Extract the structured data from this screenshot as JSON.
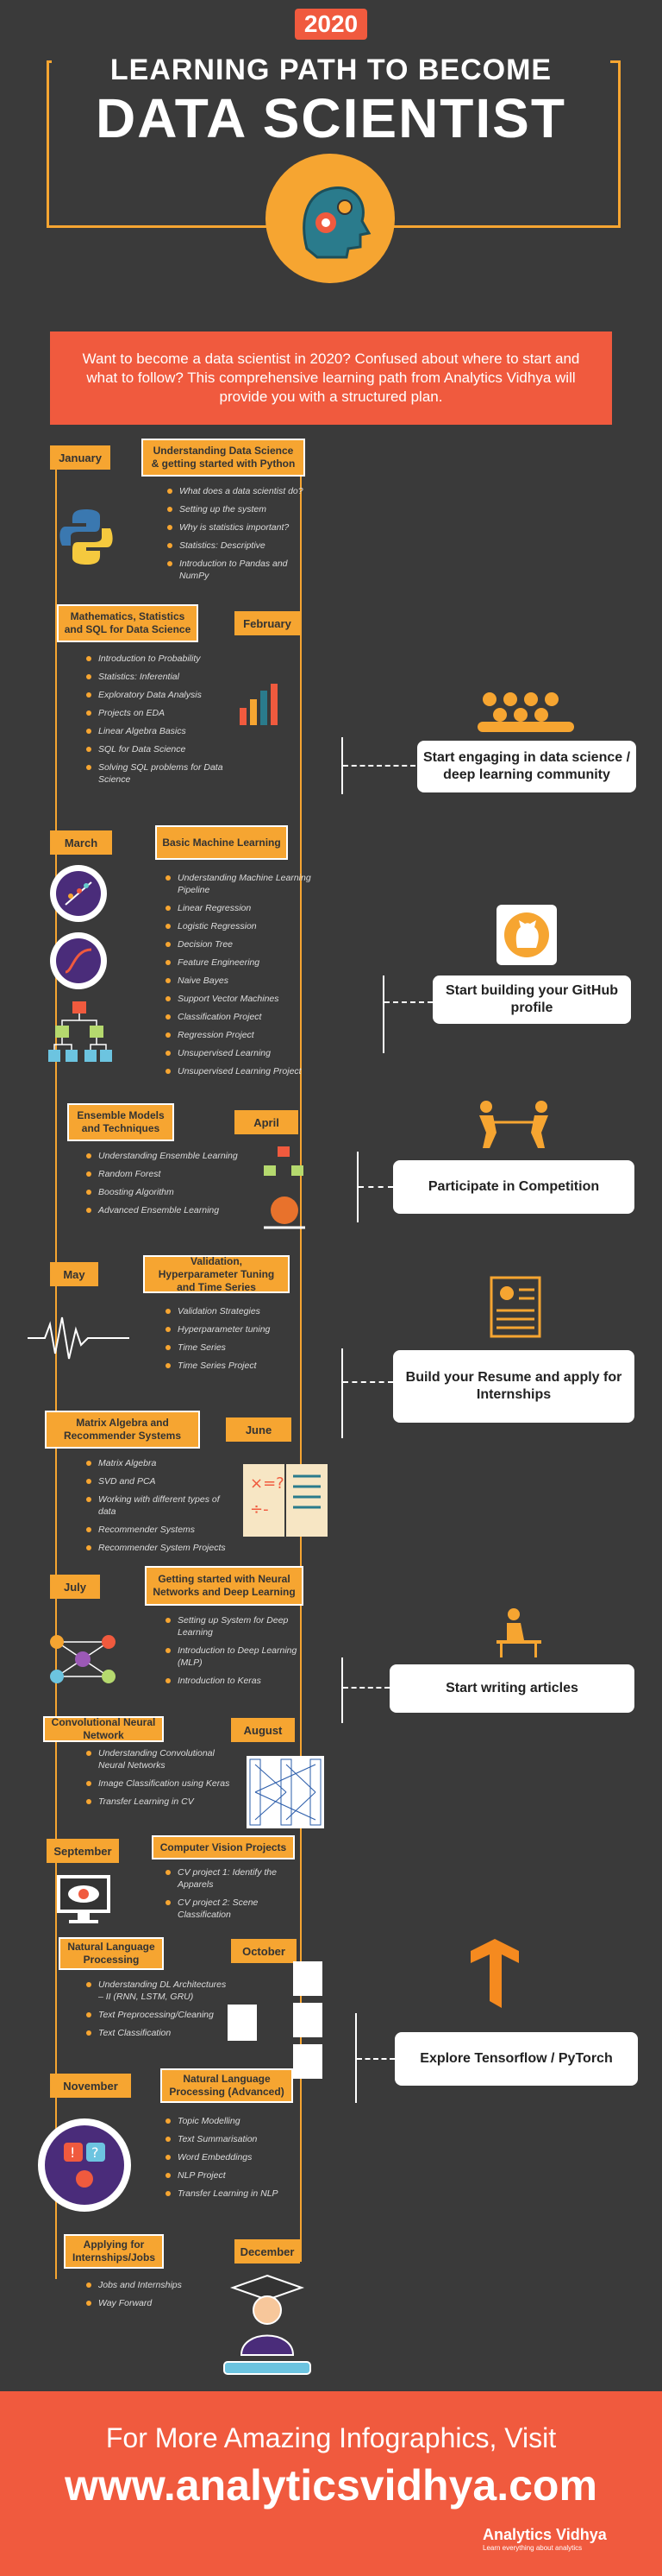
{
  "header": {
    "year": "2020",
    "line1": "LEARNING PATH TO BECOME",
    "line2": "DATA SCIENTIST"
  },
  "intro": "Want to become a data scientist in 2020? Confused about where to start and what to follow? This comprehensive learning path from Analytics Vidhya will provide you with a structured plan.",
  "months": [
    {
      "month": "January",
      "topic": "Understanding Data Science & getting started with Python",
      "items": [
        "What does a data scientist do?",
        "Setting up the system",
        "Why is statistics important?",
        "Statistics: Descriptive",
        "Introduction to Pandas and NumPy"
      ]
    },
    {
      "month": "February",
      "topic": "Mathematics, Statistics and SQL for Data Science",
      "items": [
        "Introduction to Probability",
        "Statistics: Inferential",
        "Exploratory Data Analysis",
        "Projects on EDA",
        "Linear Algebra Basics",
        "SQL for Data Science",
        "Solving SQL problems for Data Science"
      ]
    },
    {
      "month": "March",
      "topic": "Basic Machine Learning",
      "items": [
        "Understanding Machine Learning Pipeline",
        "Linear Regression",
        "Logistic Regression",
        "Decision Tree",
        "Feature Engineering",
        "Naive Bayes",
        "Support Vector Machines",
        "Classification Project",
        "Regression Project",
        "Unsupervised Learning",
        "Unsupervised Learning Project"
      ]
    },
    {
      "month": "April",
      "topic": "Ensemble Models and Techniques",
      "items": [
        "Understanding Ensemble Learning",
        "Random Forest",
        "Boosting Algorithm",
        "Advanced Ensemble Learning"
      ]
    },
    {
      "month": "May",
      "topic": "Validation, Hyperparameter Tuning and Time Series",
      "items": [
        "Validation Strategies",
        "Hyperparameter tuning",
        "Time Series",
        "Time Series Project"
      ]
    },
    {
      "month": "June",
      "topic": "Matrix Algebra and Recommender Systems",
      "items": [
        "Matrix Algebra",
        "SVD and PCA",
        "Working with different types of data",
        "Recommender Systems",
        "Recommender System Projects"
      ]
    },
    {
      "month": "July",
      "topic": "Getting started with Neural Networks and Deep Learning",
      "items": [
        "Setting up System for Deep Learning",
        "Introduction to Deep Learning (MLP)",
        "Introduction to Keras"
      ]
    },
    {
      "month": "August",
      "topic": "Convolutional Neural Network",
      "items": [
        "Understanding Convolutional Neural Networks",
        "Image Classification using Keras",
        "Transfer Learning in CV"
      ]
    },
    {
      "month": "September",
      "topic": "Computer Vision Projects",
      "items": [
        "CV project 1: Identify the Apparels",
        "CV project 2: Scene Classification"
      ]
    },
    {
      "month": "October",
      "topic": "Natural Language Processing",
      "items": [
        "Understanding DL Architectures – II (RNN, LSTM, GRU)",
        "Text Preprocessing/Cleaning",
        "Text Classification"
      ]
    },
    {
      "month": "November",
      "topic": "Natural Language Processing (Advanced)",
      "items": [
        "Topic Modelling",
        "Text Summarisation",
        "Word Embeddings",
        "NLP Project",
        "Transfer Learning in NLP"
      ]
    },
    {
      "month": "December",
      "topic": "Applying for Internships/Jobs",
      "items": [
        "Jobs and Internships",
        "Way Forward"
      ]
    }
  ],
  "actions": [
    "Start engaging in data science / deep learning community",
    "Start building your GitHub profile",
    "Participate in Competition",
    "Build your Resume and apply for Internships",
    "Start writing articles",
    "Explore Tensorflow / PyTorch"
  ],
  "footer": {
    "line1": "For More Amazing Infographics, Visit",
    "url": "www.analyticsvidhya.com",
    "brand": "Analytics Vidhya",
    "tagline": "Learn everything about analytics"
  },
  "colors": {
    "background": "#3a3a3a",
    "accent": "#f6a531",
    "red": "#f05a3e"
  }
}
